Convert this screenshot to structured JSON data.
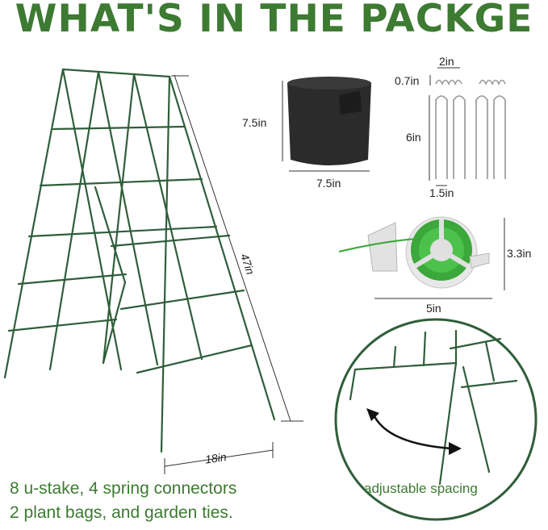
{
  "title": "WHAT'S IN THE PACKGE",
  "dimensions": {
    "trellis_height": "47in",
    "trellis_width": "18in",
    "bag_height": "7.5in",
    "bag_width": "7.5in",
    "connector_width": "2in",
    "connector_height": "0.7in",
    "stake_height": "6in",
    "stake_width": "1.5in",
    "tie_height": "3.3in",
    "tie_width": "5in"
  },
  "detail_label": "adjustable spacing",
  "caption": {
    "line1": "8 u-stake, 4 spring connectors",
    "line2": "2 plant bags, and garden ties."
  },
  "colors": {
    "title_green": "#3d7a32",
    "trellis_green": "#2f5e3a",
    "bag_black": "#2b2b2b",
    "tie_green": "#3aa83a"
  }
}
